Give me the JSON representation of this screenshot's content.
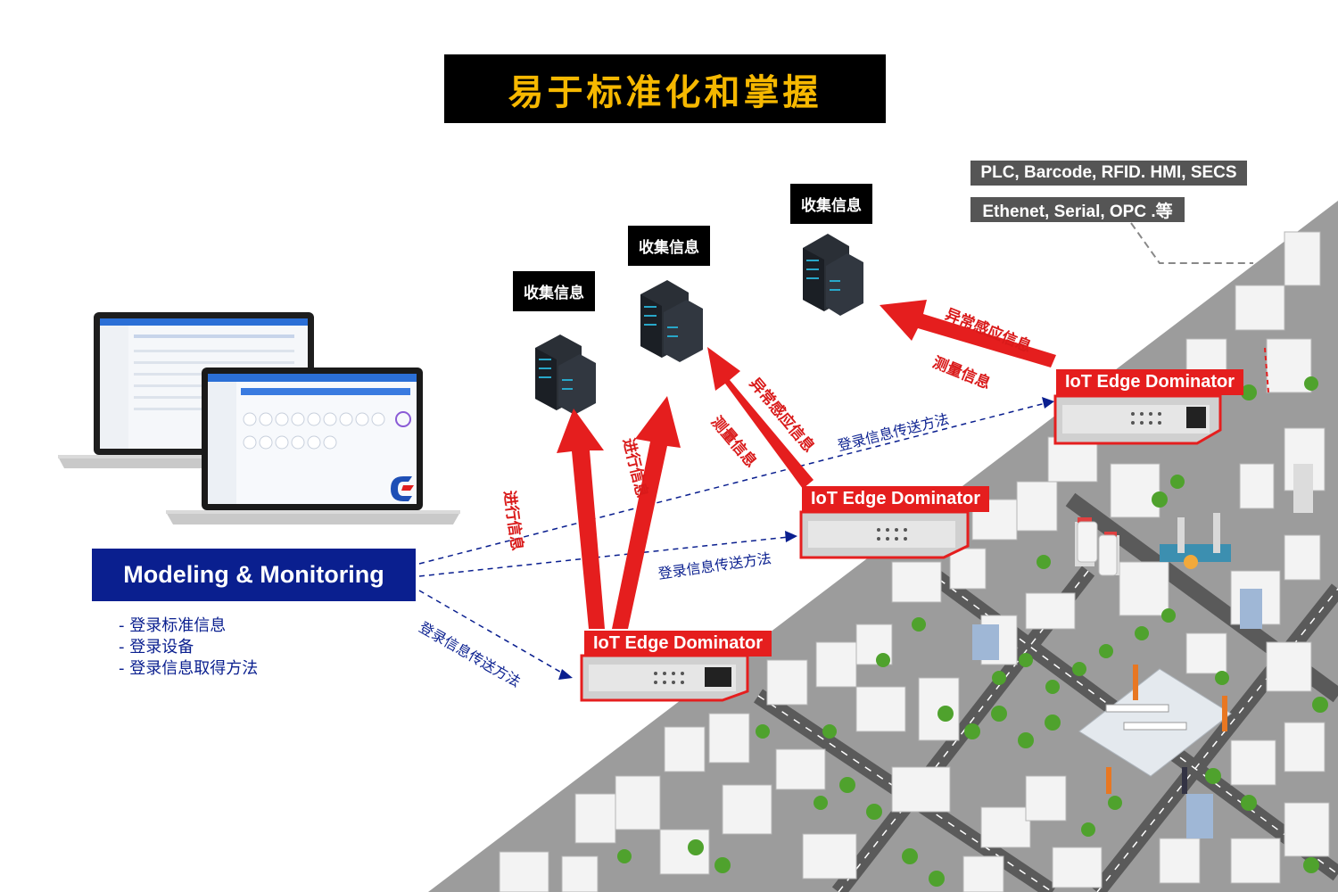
{
  "title": "易于标准化和掌握",
  "collect_label": "收集信息",
  "protocols": {
    "line1": "PLC, Barcode, RFID. HMI, SECS",
    "line2": "Ethenet, Serial, OPC .等"
  },
  "modeling": {
    "label": "Modeling & Monitoring",
    "items": [
      "- 登录标准信息",
      "- 登录设备",
      "- 登录信息取得方法"
    ]
  },
  "device_label": "IoT Edge Dominator",
  "arrow_labels": {
    "progress": "进行信息",
    "anomaly": "异常感应信息",
    "measure": "测量信息",
    "transfer": "登录信息传送方法"
  },
  "colors": {
    "title_bg": "#000000",
    "title_text": "#f6b800",
    "modeling_bg": "#0a1f8f",
    "arrow_red": "#e51e1e",
    "dash_blue": "#0a1f8f",
    "protocol_bg": "#555555"
  }
}
